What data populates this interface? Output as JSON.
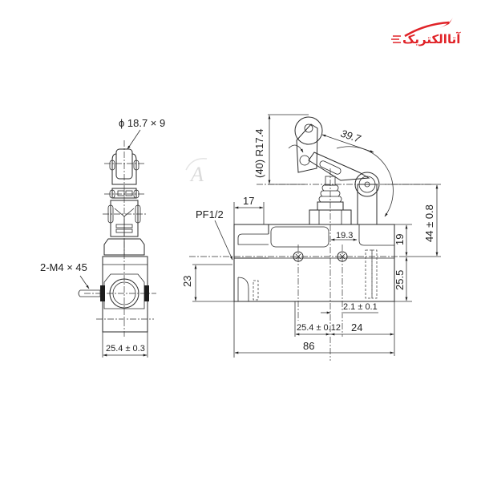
{
  "logo": {
    "text": "آتاالکتریک",
    "color": "#e02328"
  },
  "watermark": {
    "letter": "A",
    "color": "#c8c8c8"
  },
  "side_view": {
    "roller_label": "ϕ 18.7 × 9",
    "screw_label": "2-M4 × 45",
    "width_label": "25.4 ± 0.3"
  },
  "front_view": {
    "conduit_label": "PF1/2",
    "dim_17": "17",
    "dim_radius": "(40) R17.4",
    "dim_arm": "39.7",
    "dim_19_3": "19.3",
    "dim_44": "44 ± 0.8",
    "dim_19": "19",
    "dim_25_5": "25.5",
    "dim_23": "23",
    "dim_2_1": "2.1 ± 0.1",
    "dim_25_4": "25.4 ± 0.12",
    "dim_24": "24",
    "dim_86": "86"
  }
}
